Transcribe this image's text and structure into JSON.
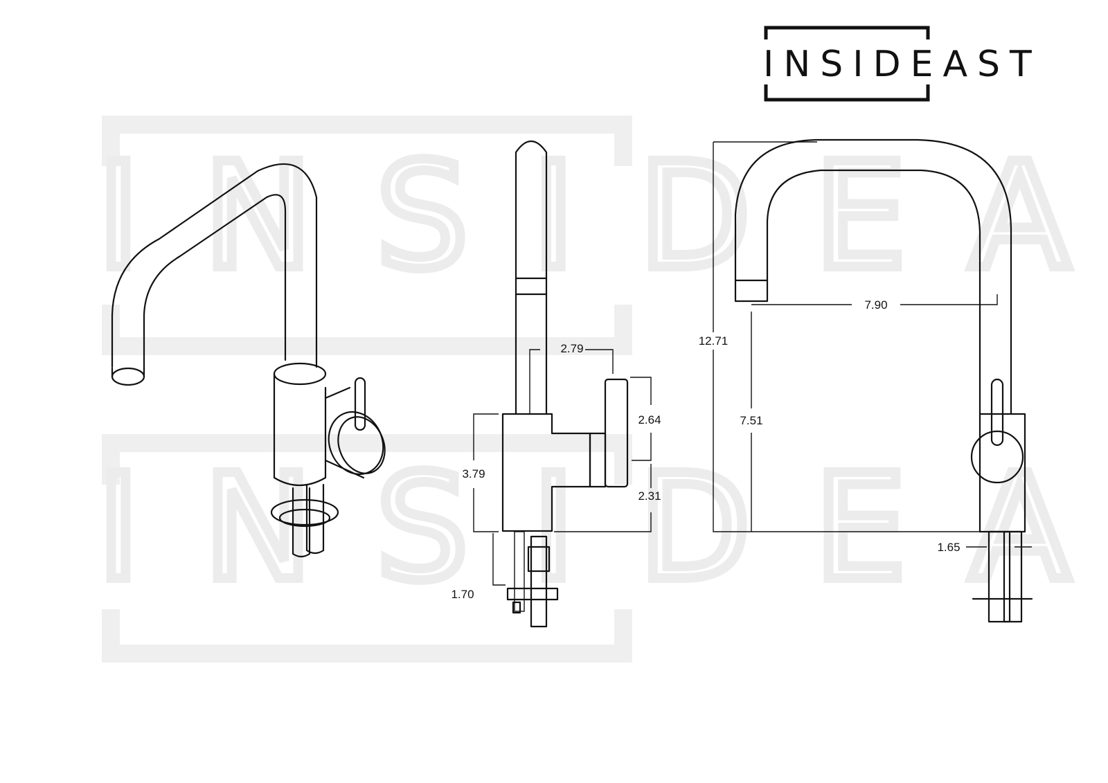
{
  "brand": {
    "name": "INSIDEAST"
  },
  "watermarks": [
    {
      "text": "INSIDEAST"
    },
    {
      "text": "INSIDEAST"
    }
  ],
  "views": {
    "perspective": {
      "label": ""
    },
    "side": {
      "dimensions": {
        "spout_offset": "2.79",
        "handle_height": "2.64",
        "body_height": "3.79",
        "handle_to_base": "2.31",
        "mount_depth": "1.70"
      }
    },
    "front": {
      "dimensions": {
        "total_height": "12.71",
        "spout_reach": "7.90",
        "spout_clearance": "7.51",
        "base_width": "1.65"
      }
    }
  }
}
